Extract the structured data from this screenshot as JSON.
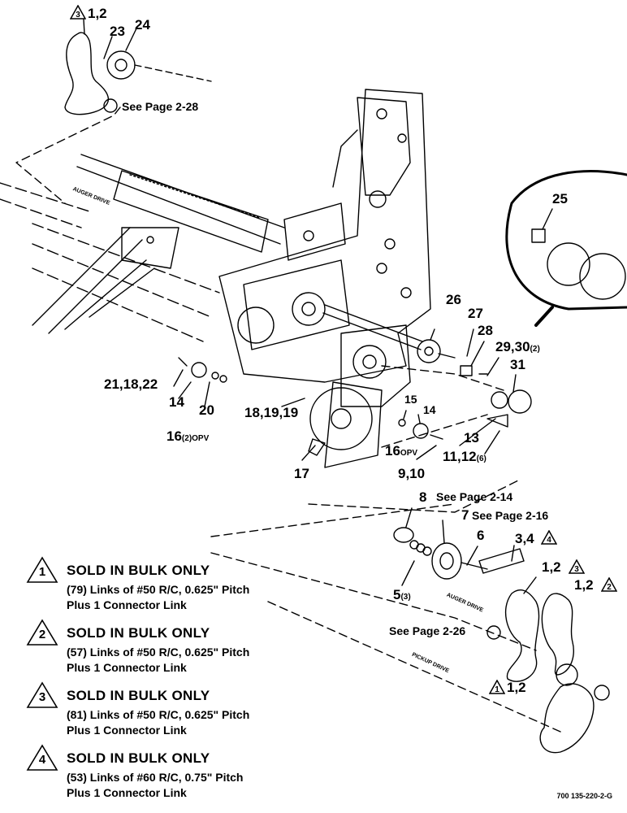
{
  "callouts": {
    "c_3_12": "1,2",
    "c_23": "23",
    "c_24": "24",
    "see_228": "See Page 2-28",
    "auger_drive_top": "AUGER DRIVE",
    "c_25": "25",
    "c_26": "26",
    "c_27": "27",
    "c_28": "28",
    "c_2930": "29,30",
    "c_2930_sub": "(2)",
    "c_31": "31",
    "c_211822": "21,18,22",
    "c_14a": "14",
    "c_20": "20",
    "c_16a": "16",
    "c_16a_sub": "(2)OPV",
    "c_181919": "18,19,19",
    "c_15": "15",
    "c_14b": "14",
    "c_16b": "16",
    "c_16b_sub": "OPV",
    "c_13": "13",
    "c_1112": "11,12",
    "c_1112_sub": "(6)",
    "c_910": "9,10",
    "c_17": "17",
    "c_8": "8",
    "see_214": "See Page 2-14",
    "c_7": "7",
    "see_216": "See Page 2-16",
    "c_6": "6",
    "c_34": "3,4",
    "c_12_3": "1,2",
    "c_12_2": "1,2",
    "c_5": "5",
    "c_5_sub": "(3)",
    "auger_drive_bottom": "AUGER DRIVE",
    "see_226": "See Page 2-26",
    "pickup_drive": "PICKUP DRIVE",
    "c_1_12": "1,2"
  },
  "notes": [
    {
      "num": "1",
      "heading": "SOLD IN BULK ONLY",
      "line1": "(79) Links of #50 R/C, 0.625\" Pitch",
      "line2": "Plus 1 Connector Link"
    },
    {
      "num": "2",
      "heading": "SOLD IN BULK ONLY",
      "line1": "(57) Links of #50 R/C, 0.625\" Pitch",
      "line2": "Plus 1 Connector Link"
    },
    {
      "num": "3",
      "heading": "SOLD IN BULK ONLY",
      "line1": "(81) Links of #50 R/C, 0.625\" Pitch",
      "line2": "Plus 1 Connector Link"
    },
    {
      "num": "4",
      "heading": "SOLD IN BULK ONLY",
      "line1": "(53) Links of #60 R/C, 0.75\" Pitch",
      "line2": "Plus 1 Connector Link"
    }
  ],
  "triangle_marks": {
    "t3": "3",
    "t4": "4",
    "t3b": "3",
    "t2": "2",
    "t1": "1"
  },
  "figure_id": "700 135-220-2-G"
}
